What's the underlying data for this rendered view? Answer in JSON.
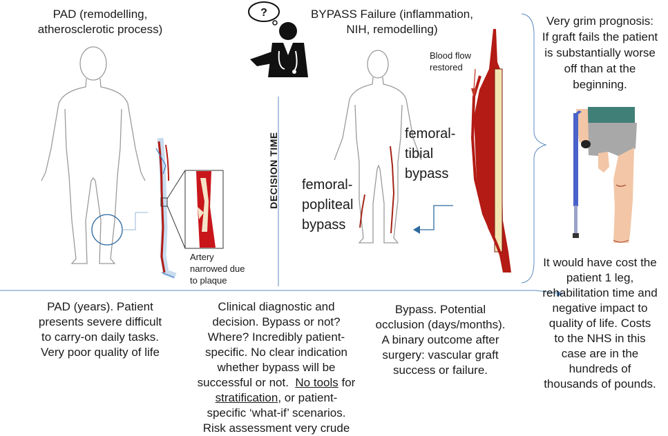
{
  "top_left_title": [
    "PAD (remodelling,",
    "atherosclerotic process)"
  ],
  "top_center_title": [
    "BYPASS Failure (inflammation,",
    "NIH, remodelling)"
  ],
  "top_right_title": [
    "Very grim prognosis:",
    "If graft fails the patient",
    "is substantially worse",
    "off than at the",
    "beginning."
  ],
  "decision_label": "DECISION TIME",
  "artery_caption": [
    "Artery",
    "narrowed due",
    "to plaque"
  ],
  "blood_flow_label": [
    "Blood flow",
    "restored"
  ],
  "femoral_tibial_label": [
    "femoral-",
    "tibial",
    "bypass"
  ],
  "femoral_popliteal_label": [
    "femoral-",
    "popliteal",
    "bypass"
  ],
  "cost_text": [
    "It would have cost the",
    "patient 1 leg,",
    "rehabilitation time and",
    "negative impact to",
    "quality of life.  Costs",
    "to the NHS in this",
    "case are in the",
    "hundreds of",
    "thousands of pounds."
  ],
  "bottom_pad": [
    "PAD (years). Patient",
    "presents severe difficult",
    "to carry-on daily tasks.",
    "Very poor quality of life"
  ],
  "bottom_decision": {
    "l1": "Clinical diagnostic and",
    "l2": "decision.  Bypass or not?",
    "l3": "Where? Incredibly patient-",
    "l4": "specific.  No clear indication",
    "l5": "whether bypass will be",
    "l6a": "successful or not.  ",
    "l6b": "No tools",
    "l6c": " for",
    "l7a": "stratification",
    "l7b": ", or patient-",
    "l8": "specific ‘what-if’ scenarios.",
    "l9": "Risk assessment very crude"
  },
  "bottom_bypass": [
    "Bypass. Potential",
    "occlusion (days/months).",
    "A binary outcome after",
    "surgery: vascular graft",
    "success or failure."
  ],
  "icons": [
    "doctor-icon",
    "question-thought-bubble-icon",
    "human-body-outline-icon",
    "leg-artery-icon",
    "amputee-leg-icon",
    "crutch-icon"
  ],
  "colors": {
    "artery": "#b31b14",
    "graft": "#f3e5b0",
    "timeline": "#5b8bc0",
    "outline": "#9a9a9a",
    "skin": "#f2c6a6",
    "shorts": "#a8a8a8",
    "shirt": "#3f7f78",
    "crutch": "#4a62c9"
  }
}
